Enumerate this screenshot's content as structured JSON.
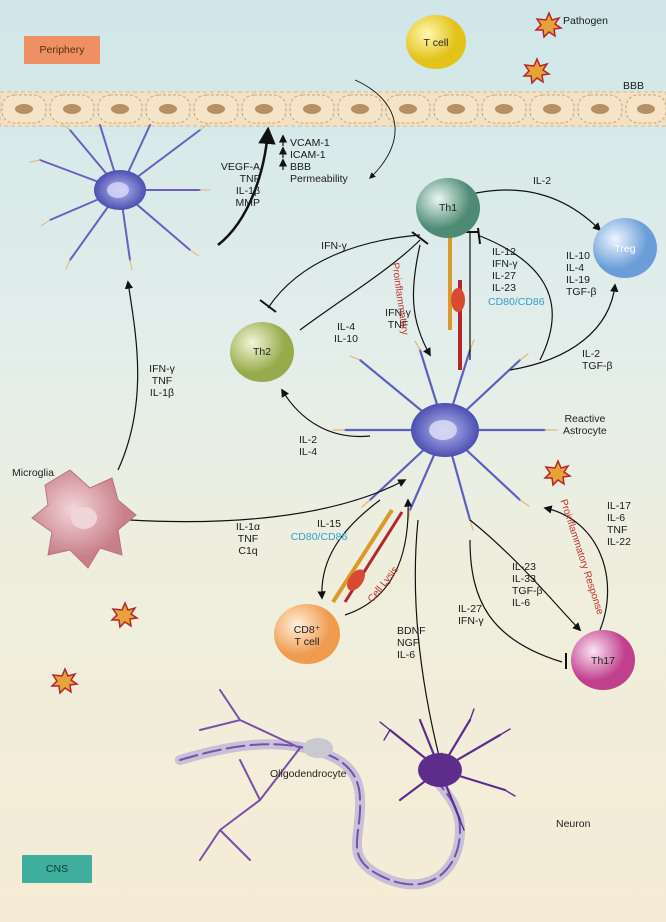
{
  "regions": {
    "periphery": "Periphery",
    "cns": "CNS"
  },
  "legend": {
    "pathogen": "Pathogen",
    "bbb": "BBB"
  },
  "cells": {
    "t_cell": "T cell",
    "th1": "Th1",
    "th2": "Th2",
    "treg": "Treg",
    "th17": "Th17",
    "cd8": "CD8⁺\nT cell",
    "reactive_astrocyte": "Reactive\nAstrocyte",
    "microglia": "Microglia",
    "oligodendrocyte": "Oligodendrocyte",
    "neuron": "Neuron"
  },
  "labels": {
    "astro_to_bbb": "VEGF-A\nTNF\nIL-1β\nMMP",
    "bbb_effects": "VCAM-1\nICAM-1\nBBB\nPermeability",
    "ifng_th1_th2": "IFN-γ",
    "il2_th1_treg": "IL-2",
    "il4_il10": "IL-4\nIL-10",
    "ifng_tnf": "IFN-γ\nTNF",
    "proinflammatory": "Proinflammatory",
    "il12_group": "IL-12\nIFN-γ\nIL-27\nIL-23",
    "cd80_cd86_1": "CD80/CD86",
    "treg_cytokines": "IL-10\nIL-4\nIL-19\nTGF-β",
    "il2_tgfb": "IL-2\nTGF-β",
    "microglia_to_astro_up": "IFN-γ\nTNF\nIL-1β",
    "il2_il4": "IL-2\nIL-4",
    "il1a_group": "IL-1α\nTNF\nC1q",
    "il15": "IL-15",
    "cd80_cd86_2": "CD80/CD86",
    "cell_lysis": "Cell Lysis",
    "th17_cytokines": "IL-17\nIL-6\nTNF\nIL-22",
    "proinflammatory_response": "Proinflammatory Response",
    "il23_group": "IL-23\nIL-33\nTGF-β\nIL-6",
    "il27_ifng": "IL-27\nIFN-γ",
    "bdnf_group": "BDNF\nNGF\nIL-6"
  },
  "colors": {
    "periphery_tag": "#ee8f64",
    "cns_tag": "#3fae9c",
    "bbb_cell": "#f0d9b8",
    "astrocyte": "#5a5fc0",
    "cd_blue": "#2f9fd0",
    "proinflammatory_red": "#c0322e"
  }
}
